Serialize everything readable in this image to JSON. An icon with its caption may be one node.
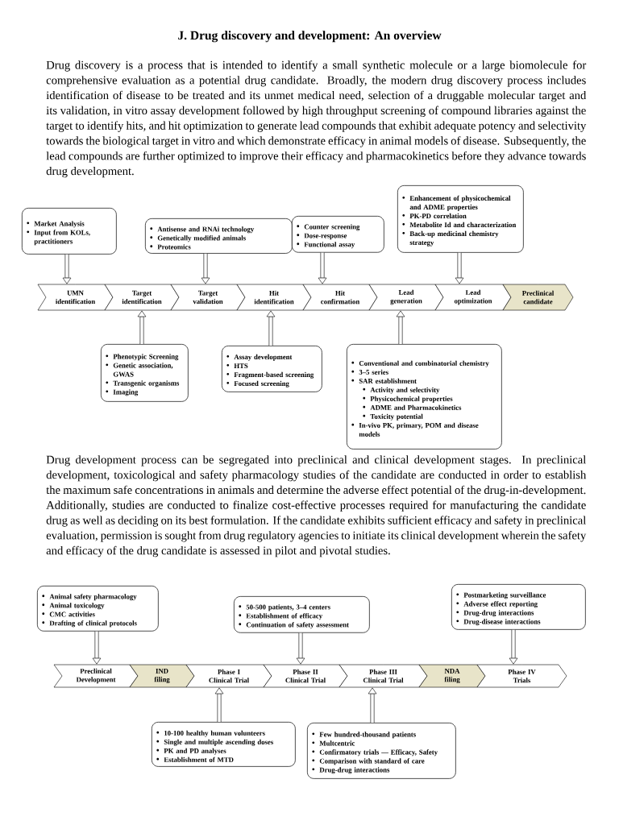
{
  "diagram": {
    "title": "J. Drug discovery and development: An overview",
    "nodes": [
      {
        "text": [
          "Market Analysis",
          "Input from KOLs, practitioners"
        ]
      },
      {
        "text": [
          "Antisense and RNAi technology",
          "Genetically modified animals",
          "Proteomics"
        ]
      },
      {
        "text": [
          "Counter screening",
          "Dose-response",
          "Functional assay"
        ]
      },
      {
        "text": [
          "Enhancement of physicochemical and ADME properties",
          "PK-PD correlation",
          "Metabolite Id and characterization",
          "Back-up medicinal chemistry strategy"
        ]
      },
      {
        "text": [
          "UMN identification"
        ]
      },
      {
        "text": [
          "Target identification"
        ]
      },
      {
        "text": [
          "Target validation"
        ]
      },
      {
        "text": [
          "Hit identification"
        ]
      },
      {
        "text": [
          "Hit confirmation"
        ]
      },
      {
        "text": [
          "Lead generation"
        ]
      },
      {
        "text": [
          "Lead optimization"
        ]
      },
      {
        "text": [
          "Preclinical candidate"
        ]
      },
      {
        "text": [
          "Phenotypic Screening",
          "Genetic association, GWAS",
          "Transgenic organisms",
          "Imaging"
        ]
      },
      {
        "text": [
          "Assay development",
          "HTS",
          "Fragment-based screening",
          "Focused screening"
        ]
      },
      {
        "text": [
          "Conventional and combinatorial chemistry",
          "3–5 series",
          "SAR establishment",
          "Activity and selectivity",
          "Physicochemical properties",
          "ADME and Pharmacokinetics",
          "Toxicity potential",
          "In-vivo PK, primary, POM and disease models"
        ]
      },
      {
        "text": [
          "Animal safety pharmacology",
          "Animal toxicology",
          "CMC activities",
          "Drafting of clinical protocols"
        ]
      },
      {
        "text": [
          "50-500 patients, 3–4 centers",
          "Establishment of efficacy",
          "Continuation of safety assessment"
        ]
      },
      {
        "text": [
          "Postmarketing surveillance",
          "Adverse effect reporting",
          "Drug-drug interactions",
          "Drug-disease interactions"
        ]
      },
      {
        "text": [
          "Preclinical Development"
        ]
      },
      {
        "text": [
          "IND filing"
        ]
      },
      {
        "text": [
          "Phase I Clinical Trial"
        ]
      },
      {
        "text": [
          "Phase II Clinical Trial"
        ]
      },
      {
        "text": [
          "Phase III Clinical Trial"
        ]
      },
      {
        "text": [
          "NDA filing"
        ]
      },
      {
        "text": [
          "Phase IV Trials"
        ]
      },
      {
        "text": [
          "10-100 healthy human volunteers",
          "Single and multiple ascending doses",
          "PK and PD analyses",
          "Establishment of MTD"
        ]
      },
      {
        "text": [
          "Few hundred-thousand patients",
          "Multcentric",
          "Confirmatory trials — Efficacy, Safety",
          "Comparison with standard of care",
          "Drug-drug interactions"
        ]
      }
    ],
    "edges": [
      {
        "from": 0,
        "to": 4,
        "arrow": "to"
      },
      {
        "from": 1,
        "to": 6,
        "arrow": "to"
      },
      {
        "from": 2,
        "to": 8,
        "arrow": "to"
      },
      {
        "from": 3,
        "to": 10,
        "arrow": "to"
      },
      {
        "from": 12,
        "to": 5,
        "arrow": "to"
      },
      {
        "from": 13,
        "to": 7,
        "arrow": "to"
      },
      {
        "from": 14,
        "to": 9,
        "arrow": "to"
      },
      {
        "from": 15,
        "to": 18,
        "arrow": "to"
      },
      {
        "from": 16,
        "to": 21,
        "arrow": "to"
      },
      {
        "from": 17,
        "to": 24,
        "arrow": "to"
      },
      {
        "from": 25,
        "to": 20,
        "arrow": "to"
      },
      {
        "from": 26,
        "to": 22,
        "arrow": "to"
      }
    ],
    "labels": [
      "Drug discovery is a process that is intended to identify a small synthetic molecule or a large biomolecule for comprehensive evaluation as a potential drug candidate. Broadly, the modern drug discovery process includes identification of disease to be treated and its unmet medical need, selection of a druggable molecular target and its validation, in vitro assay development followed by high throughput screening of compound libraries against the target to identify hits, and hit optimization to generate lead compounds that exhibit adequate potency and selectivity towards the biological target in vitro and which demonstrate efficacy in animal models of disease. Subsequently, the lead compounds are further optimized to improve their efficacy and pharmacokinetics before they advance towards drug development.",
      "Drug development process can be segregated into preclinical and clinical development stages. In preclinical development, toxicological and safety pharmacology studies of the candidate are conducted in order to establish the maximum safe concentrations in animals and determine the adverse effect potential of the drug-in-development. Additionally, studies are conducted to finalize cost-effective processes required for manufacturing the candidate drug as well as deciding on its best formulation. If the candidate exhibits sufficient efficacy and safety in preclinical evaluation, permission is sought from drug regulatory agencies to initiate its clinical development wherein the safety and efficacy of the drug candidate is assessed in pilot and pivotal studies."
    ]
  }
}
